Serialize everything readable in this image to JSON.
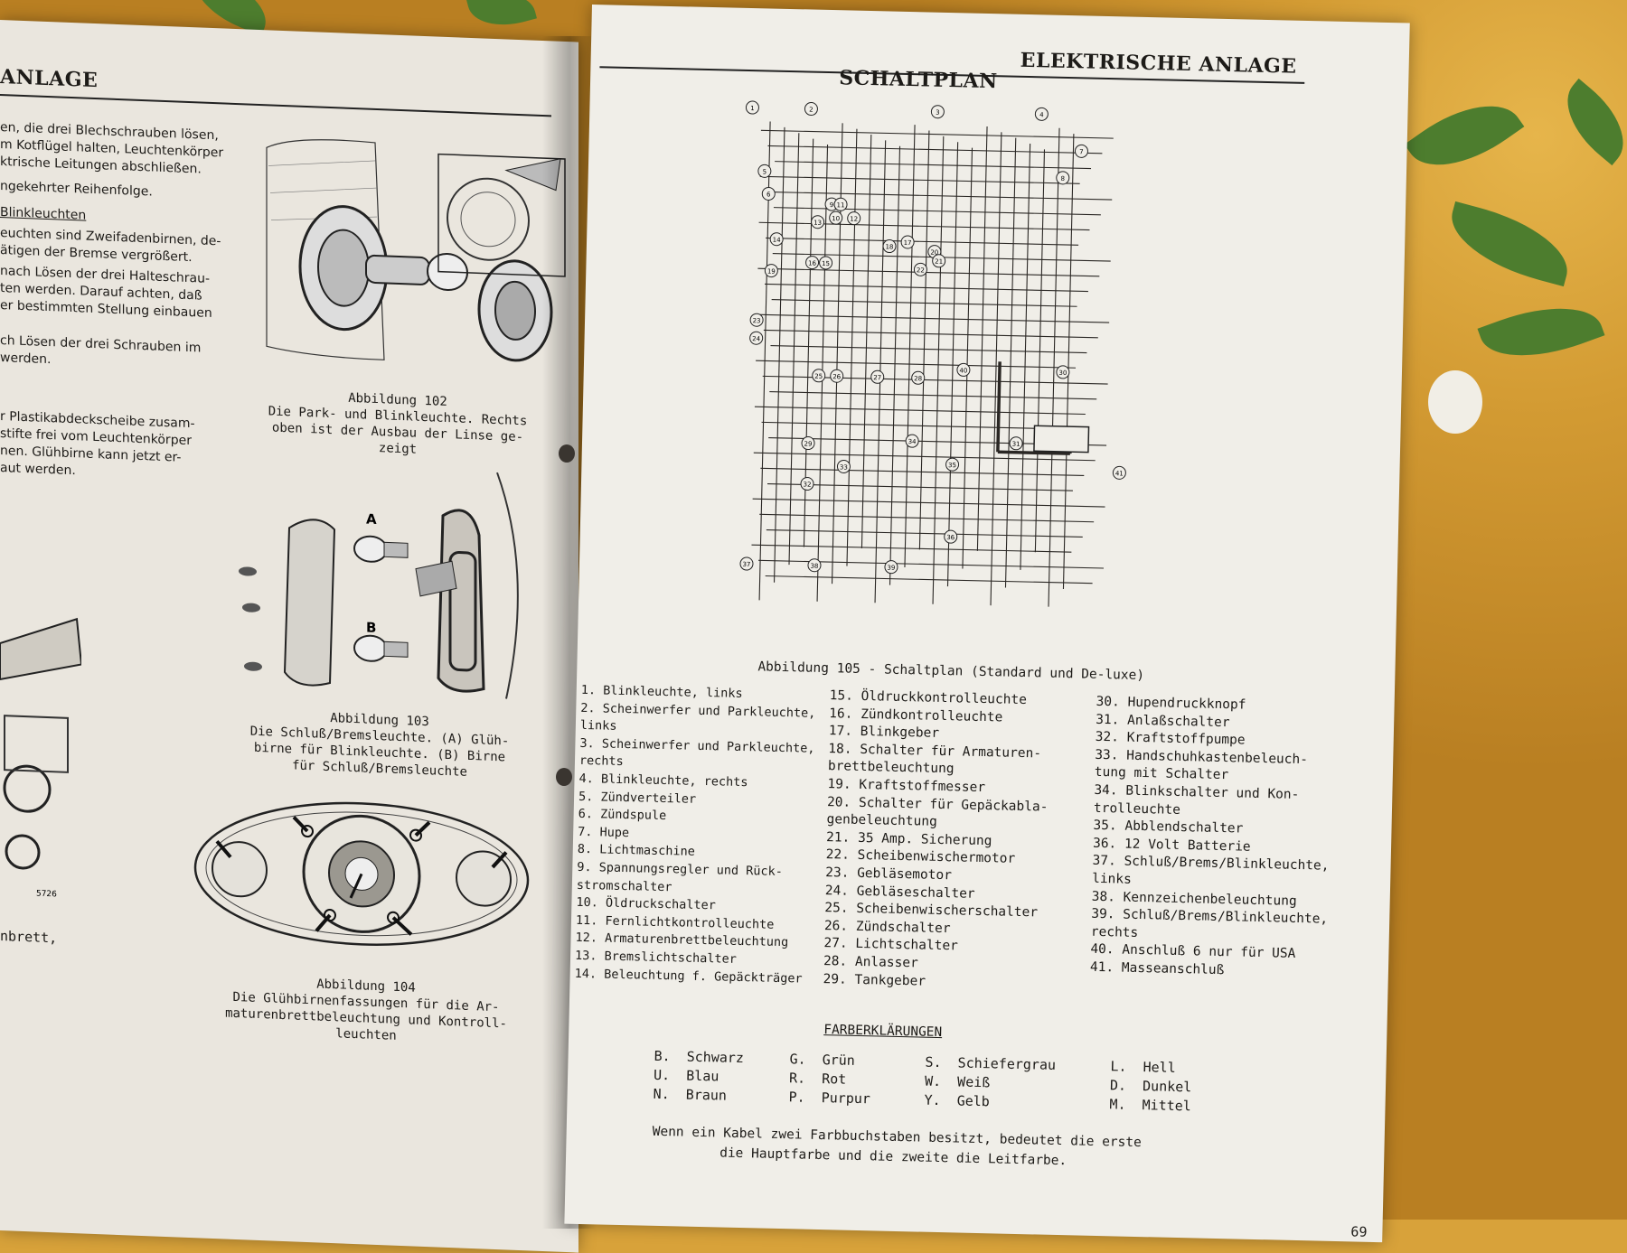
{
  "left_page": {
    "header": "ANLAGE",
    "paragraphs": [
      [
        "en, die drei Blechschrauben lösen,",
        "m Kotflügel halten, Leuchtenkörper",
        "ktrische Leitungen abschließen."
      ],
      [
        "ngekehrter Reihenfolge."
      ],
      [
        "Blinkleuchten"
      ],
      [
        "euchten sind Zweifadenbirnen, de-",
        "ätigen der Bremse vergrößert."
      ],
      [
        "nach Lösen der drei Halteschrau-",
        "ten werden. Darauf achten, daß",
        "er bestimmten Stellung einbauen"
      ],
      [
        "ch Lösen der drei Schrauben im",
        "werden."
      ],
      [
        "r Plastikabdeckscheibe zusam-",
        "stifte frei vom Leuchtenkörper",
        "nen. Glühbirne kann jetzt er-",
        "aut werden."
      ]
    ],
    "fig102": {
      "title": "Abbildung 102",
      "lines": [
        "Die Park- und Blinkleuchte. Rechts",
        "oben ist der Ausbau der Linse ge-",
        "zeigt"
      ]
    },
    "fig103": {
      "title": "Abbildung 103",
      "lines": [
        "Die Schluß/Bremsleuchte. (A) Glüh-",
        "birne für Blinkleuchte. (B) Birne",
        "für Schluß/Bremsleuchte"
      ],
      "label_a": "A",
      "label_b": "B"
    },
    "fig104": {
      "title": "Abbildung 104",
      "lines": [
        "Die Glühbirnenfassungen für die Ar-",
        "maturenbrettbeleuchtung und Kontroll-",
        "leuchten"
      ]
    },
    "fragment": "nbrett,",
    "small_number": "5726"
  },
  "right_page": {
    "header": "ELEKTRISCHE ANLAGE",
    "title": "SCHALTPLAN",
    "fig105_caption": "Abbildung 105 - Schaltplan (Standard und De-luxe)",
    "legend": {
      "col1": [
        "1. Blinkleuchte, links",
        "2. Scheinwerfer und Parkleuchte,",
        "   links",
        "3. Scheinwerfer und Parkleuchte,",
        "   rechts",
        "4. Blinkleuchte, rechts",
        "5. Zündverteiler",
        "6. Zündspule",
        "7. Hupe",
        "8. Lichtmaschine",
        "9. Spannungsregler und Rück-",
        "   stromschalter",
        "10. Öldruckschalter",
        "11. Fernlichtkontrolleuchte",
        "12. Armaturenbrettbeleuchtung",
        "13. Bremslichtschalter",
        "14. Beleuchtung f. Gepäckträger"
      ],
      "col2": [
        "15. Öldruckkontrolleuchte",
        "16. Zündkontrolleuchte",
        "17. Blinkgeber",
        "18. Schalter für Armaturen-",
        "    brettbeleuchtung",
        "19. Kraftstoffmesser",
        "20. Schalter für Gepäckabla-",
        "    genbeleuchtung",
        "21. 35 Amp. Sicherung",
        "22. Scheibenwischermotor",
        "23. Gebläsemotor",
        "24. Gebläseschalter",
        "25. Scheibenwischerschalter",
        "26. Zündschalter",
        "27. Lichtschalter",
        "28. Anlasser",
        "29. Tankgeber"
      ],
      "col3": [
        "30. Hupendruckknopf",
        "31. Anlaßschalter",
        "32. Kraftstoffpumpe",
        "33. Handschuhkastenbeleuch-",
        "    tung mit Schalter",
        "34. Blinkschalter und Kon-",
        "    trolleuchte",
        "35. Abblendschalter",
        "36. 12 Volt Batterie",
        "37. Schluß/Brems/Blinkleuchte,",
        "    links",
        "38. Kennzeichenbeleuchtung",
        "39. Schluß/Brems/Blinkleuchte,",
        "    rechts",
        "40. Anschluß 6 nur für USA",
        "41. Masseanschluß"
      ]
    },
    "colors_title": "FARBERKLÄRUNGEN",
    "colors": [
      [
        [
          "B.",
          "Schwarz"
        ],
        [
          "G.",
          "Grün"
        ],
        [
          "S.",
          "Schiefergrau"
        ],
        [
          "L.",
          "Hell"
        ]
      ],
      [
        [
          "U.",
          "Blau"
        ],
        [
          "R.",
          "Rot"
        ],
        [
          "W.",
          "Weiß"
        ],
        [
          "D.",
          "Dunkel"
        ]
      ],
      [
        [
          "N.",
          "Braun"
        ],
        [
          "P.",
          "Purpur"
        ],
        [
          "Y.",
          "Gelb"
        ],
        [
          "M.",
          "Mittel"
        ]
      ]
    ],
    "note": [
      "Wenn ein Kabel zwei Farbbuchstaben besitzt, bedeutet die erste",
      "die Hauptfarbe und die zweite die Leitfarbe."
    ],
    "page_number": "69",
    "diagram_node_labels": [
      "1",
      "2",
      "3",
      "4",
      "5",
      "6",
      "7",
      "8",
      "9",
      "10",
      "11",
      "12",
      "13",
      "14",
      "15",
      "16",
      "17",
      "18",
      "19",
      "20",
      "21",
      "22",
      "23",
      "24",
      "25",
      "26",
      "27",
      "28",
      "29",
      "30",
      "31",
      "32",
      "33",
      "34",
      "35",
      "36",
      "37",
      "38",
      "39",
      "40",
      "41"
    ]
  }
}
